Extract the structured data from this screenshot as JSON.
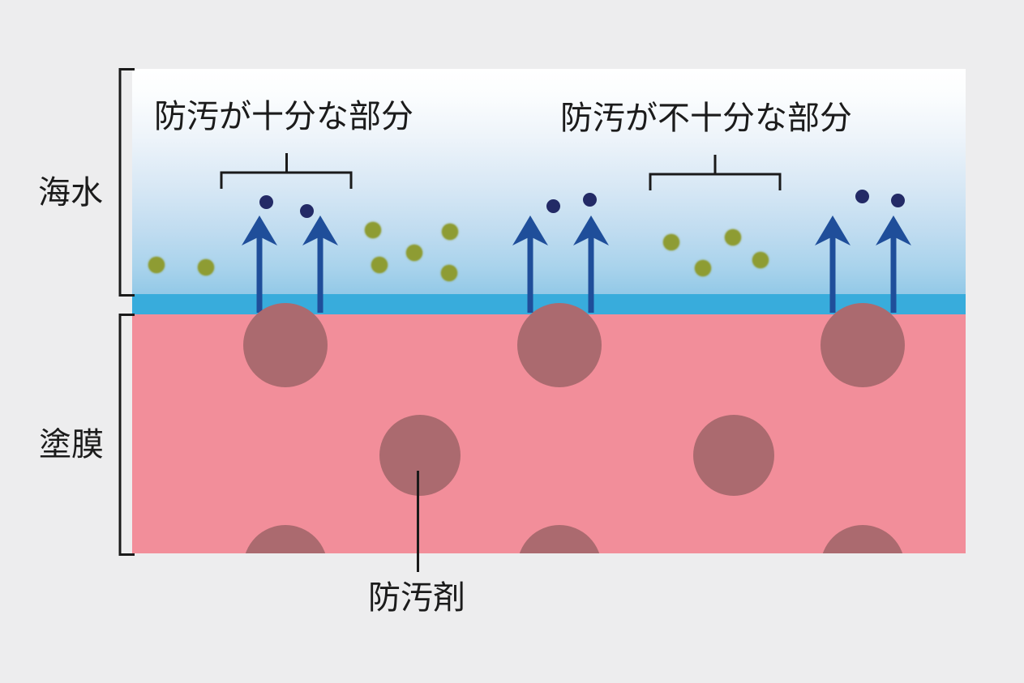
{
  "title": "antifouling-coating-diagram",
  "labels": {
    "sufficient_zone": "防汚が十分な部分",
    "insufficient_zone": "防汚が不十分な部分",
    "seawater": "海水",
    "coating_film": "塗膜",
    "antifouling_agent": "防汚剤"
  },
  "palette": {
    "background": "#ededee",
    "water_top": "#ffffff",
    "water_bottom": "#93c9e7",
    "sea_surface_band": "#38acdc",
    "coating_pink": "#f28e9a",
    "agent_particle": "#ab6a6f",
    "release_arrow_blue": "#1f4e9a",
    "biocide_dot_navy": "#232a66",
    "organism_dot_olive": "#8e9c33",
    "annotation_black": "#1a1a1a"
  },
  "elements": {
    "regions": [
      {
        "name": "seawater",
        "label": "海水"
      },
      {
        "name": "sea-surface-band",
        "label": ""
      },
      {
        "name": "coating-film",
        "label": "塗膜"
      }
    ],
    "agent_particle_count": 8,
    "release_arrow_count": 6,
    "release_arrow_pairs": 3,
    "biocide_dot_count": 6,
    "organism_dot_count": 11,
    "organism_groups": 3,
    "brackets": [
      {
        "name": "sufficient-zone-bracket",
        "points_to": "arrows releasing antifouling agent"
      },
      {
        "name": "insufficient-zone-bracket",
        "points_to": "area with fouling organisms only"
      },
      {
        "name": "seawater-bracket",
        "points_to": "water layer"
      },
      {
        "name": "coating-bracket",
        "points_to": "paint film layer"
      }
    ],
    "leader": {
      "name": "antifouling-agent-leader-line",
      "points_to": "agent particle in film"
    }
  }
}
